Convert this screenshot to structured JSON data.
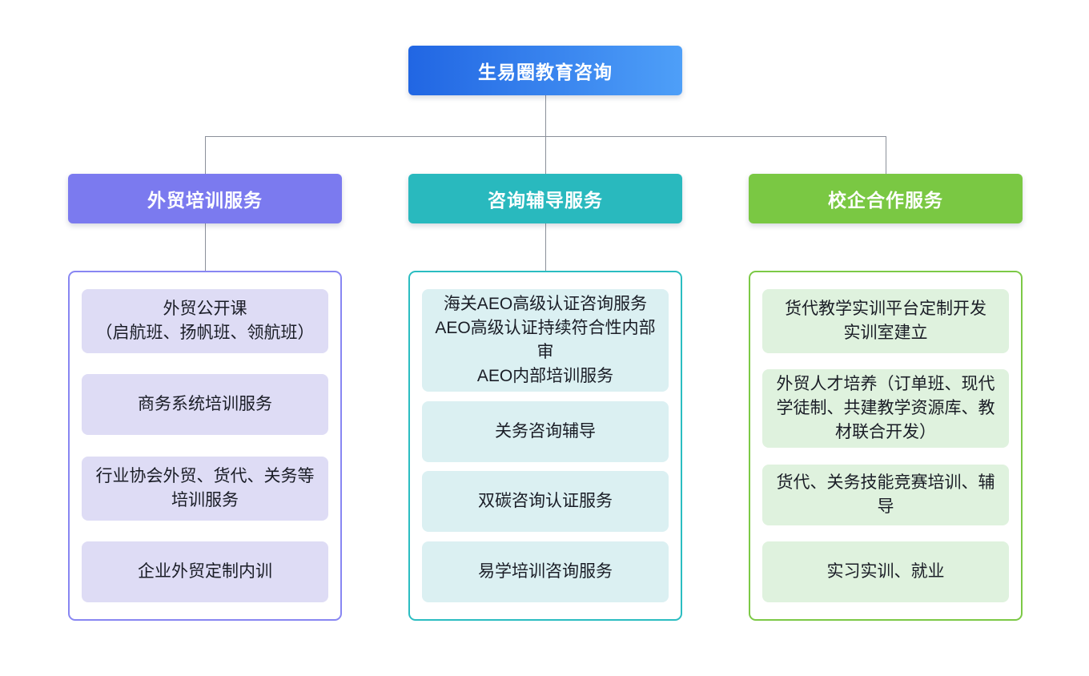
{
  "root": {
    "label": "生易圈教育咨询"
  },
  "colors": {
    "root_gradient_start": "#2166E3",
    "root_gradient_end": "#4E9FF8",
    "connector_line": "#8B909A",
    "background": "#FFFFFF",
    "item_text": "#1A1D26"
  },
  "branches": [
    {
      "label": "外贸培训服务",
      "header_color": "#7B7AEF",
      "panel_border_color": "#8886F2",
      "item_background": "#DEDCF5",
      "items": [
        {
          "lines": [
            "外贸公开课",
            "（启航班、扬帆班、领航班）"
          ]
        },
        {
          "lines": [
            "商务系统培训服务"
          ]
        },
        {
          "lines": [
            "行业协会外贸、货代、关务等培训服务"
          ]
        },
        {
          "lines": [
            "企业外贸定制内训"
          ]
        }
      ]
    },
    {
      "label": "咨询辅导服务",
      "header_color": "#29B9BE",
      "panel_border_color": "#2BBDC1",
      "item_background": "#DBF0F2",
      "items": [
        {
          "lines": [
            "海关AEO高级认证咨询服务",
            "AEO高级认证持续符合性内部审",
            "AEO内部培训服务"
          ]
        },
        {
          "lines": [
            "关务咨询辅导"
          ]
        },
        {
          "lines": [
            "双碳咨询认证服务"
          ]
        },
        {
          "lines": [
            "易学培训咨询服务"
          ]
        }
      ]
    },
    {
      "label": "校企合作服务",
      "header_color": "#7AC843",
      "panel_border_color": "#7CC946",
      "item_background": "#DFF2DE",
      "items": [
        {
          "lines": [
            "货代教学实训平台定制开发",
            "实训室建立"
          ]
        },
        {
          "lines": [
            "外贸人才培养（订单班、现代学徒制、共建教学资源库、教材联合开发）"
          ]
        },
        {
          "lines": [
            "货代、关务技能竞赛培训、辅导"
          ]
        },
        {
          "lines": [
            "实习实训、就业"
          ]
        }
      ]
    }
  ]
}
